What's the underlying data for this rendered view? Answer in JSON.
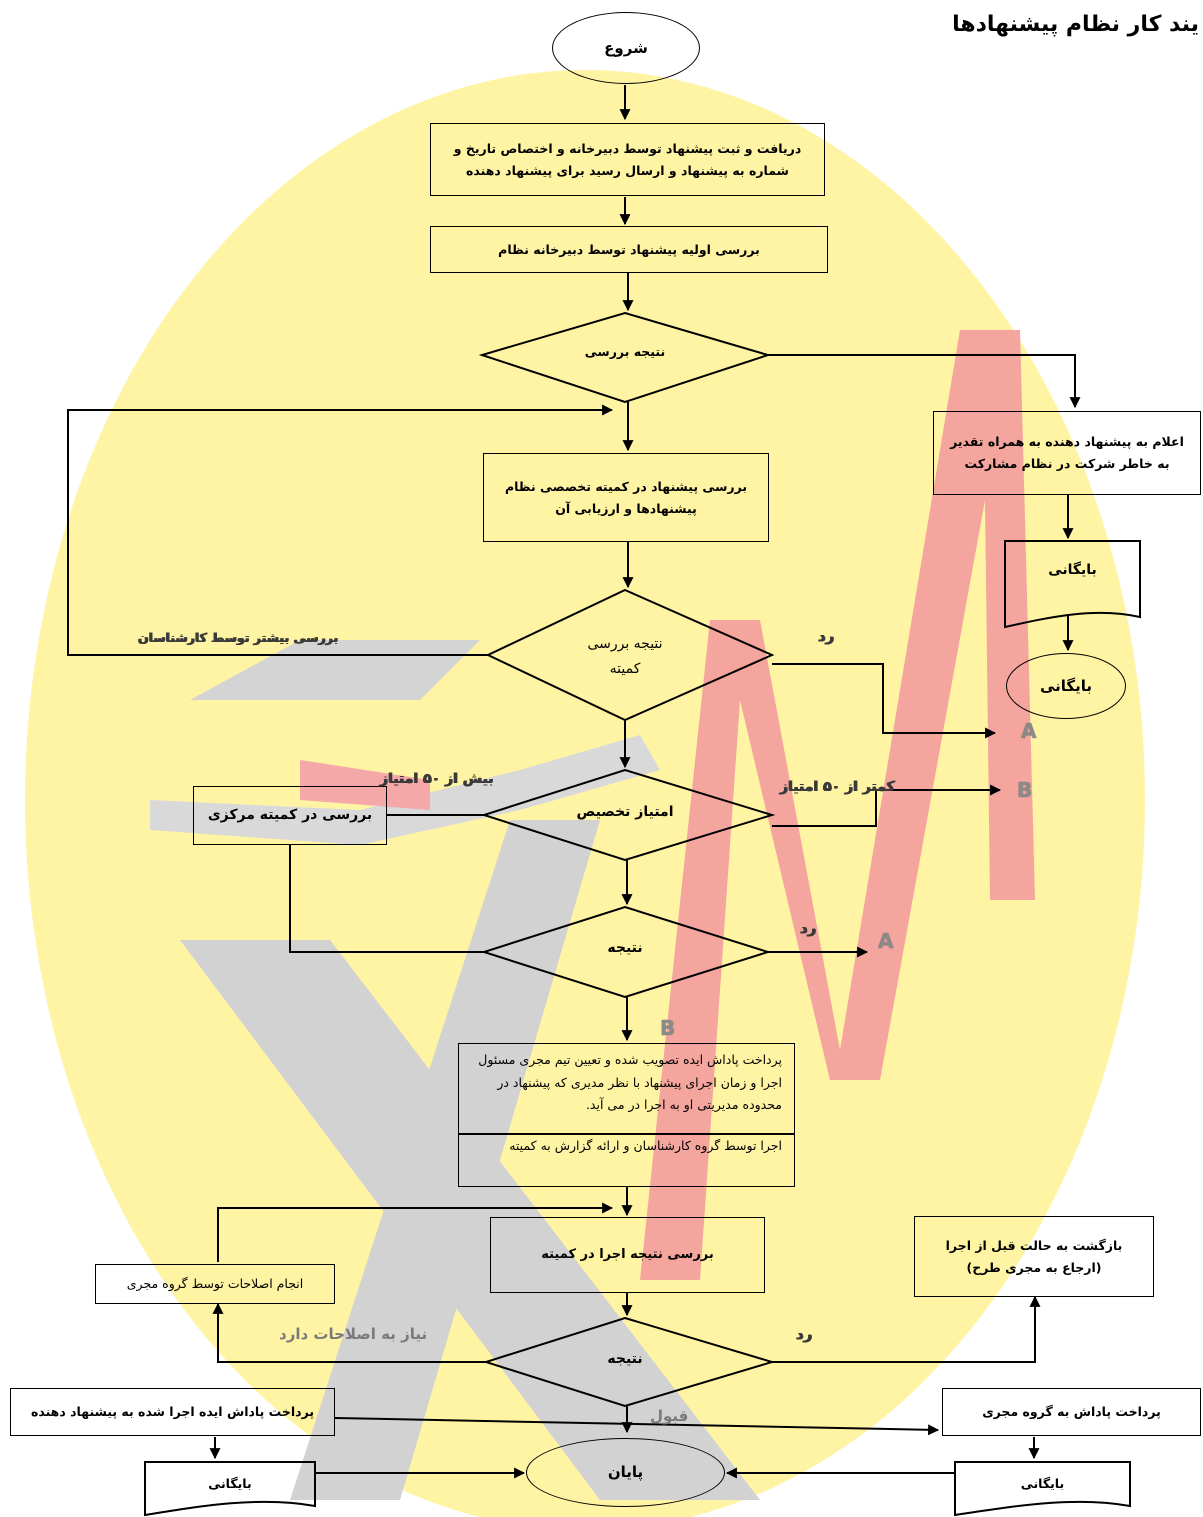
{
  "title": "یند کار نظام پیشنهادها",
  "colors": {
    "watermark_yellow": "#FFF08A",
    "watermark_red": "#F6A0A0",
    "watermark_grey": "#D4D4D4",
    "line": "#000000"
  },
  "nodes": {
    "start": "شروع",
    "receive": "دریافت و ثبت پیشنهاد توسط دبیرخانه و اختصاص تاریخ و شماره به پیشنهاد و ارسال رسید برای پیشنهاد دهنده",
    "initial_review": "بررسی اولیه پیشنهاد توسط دبیرخانه نظام",
    "review_result": "نتیجه بررسی",
    "notify": "اعلام به پیشنهاد دهنده به همراه تقدیر به خاطر شرکت در نظام مشارکت",
    "archive_1": "بایگانی",
    "archive_2": "بایگانی",
    "committee_review": "بررسی پیشنهاد در کمیته تخصصی نظام پیشنهادها و ارزیابی آن",
    "committee_result": "نتیجه بررسی کمیته",
    "score": "امتیاز تخصیص",
    "central_review": "بررسی در کمیته مرکزی",
    "result": "نتیجه",
    "reward_text": "پرداخت پاداش ایده تصویب شده و تعیین تیم مجری مسئول اجرا و زمان اجرای پیشنهاد با نظر مدیری که پیشنهاد در محدوده مدیریتی او به اجرا در می آید.",
    "implement_text": "اجرا توسط گروه کارشناسان و ارائه گزارش به کمیته",
    "exec_review": "بررسی نتیجه اجرا در کمیته",
    "corrections": "انجام اصلاحات توسط گروه مجری",
    "revert": "بازگشت به حالت قبل از اجرا (ارجاع به مجری طرح)",
    "final_result": "نتیجه",
    "pay_proposer": "پرداخت پاداش ایده اجرا شده به پیشنهاد دهنده",
    "pay_team": "پرداخت پاداش به گروه مجری",
    "archive_left": "بایگانی",
    "archive_right": "بایگانی",
    "end": "پایان"
  },
  "labels": {
    "more_experts": "بررسی بیشتر توسط کارشناسان",
    "reject_1": "رد",
    "reject_2": "رد",
    "reject_3": "رد",
    "over_50": "بیش از ۵۰ امتیاز",
    "under_50": "کمتر از ۵۰ امتیاز",
    "needs_corrections": "نیاز به اصلاحات دارد",
    "accept": "قبول"
  },
  "connectors": {
    "a1": "A",
    "a2": "A",
    "b1": "B",
    "b2": "B"
  }
}
